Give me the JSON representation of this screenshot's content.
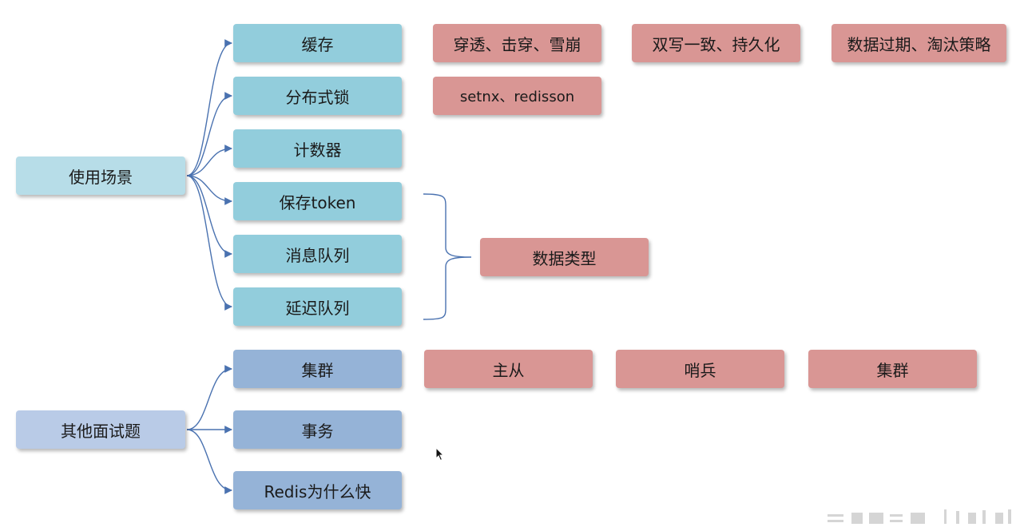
{
  "roots": {
    "usage": "使用场景",
    "other": "其他面试题"
  },
  "usage_items": {
    "cache": "缓存",
    "lock": "分布式锁",
    "counter": "计数器",
    "token": "保存token",
    "mq": "消息队列",
    "delay": "延迟队列"
  },
  "cache_topics": [
    "穿透、击穿、雪崩",
    "双写一致、持久化",
    "数据过期、淘汰策略"
  ],
  "lock_topics": [
    "setnx、redisson"
  ],
  "data_types": "数据类型",
  "other_items": {
    "cluster": "集群",
    "transaction": "事务",
    "fast": "Redis为什么快"
  },
  "cluster_topics": [
    "主从",
    "哨兵",
    "集群"
  ],
  "colors": {
    "root_usage": "#b7dde8",
    "root_other": "#b9cbe7",
    "usage_item": "#92cddc",
    "other_item": "#95b3d7",
    "topic": "#d99694",
    "connector": "#4a72b0"
  },
  "icons": {
    "cursor": "mouse-pointer-icon"
  }
}
